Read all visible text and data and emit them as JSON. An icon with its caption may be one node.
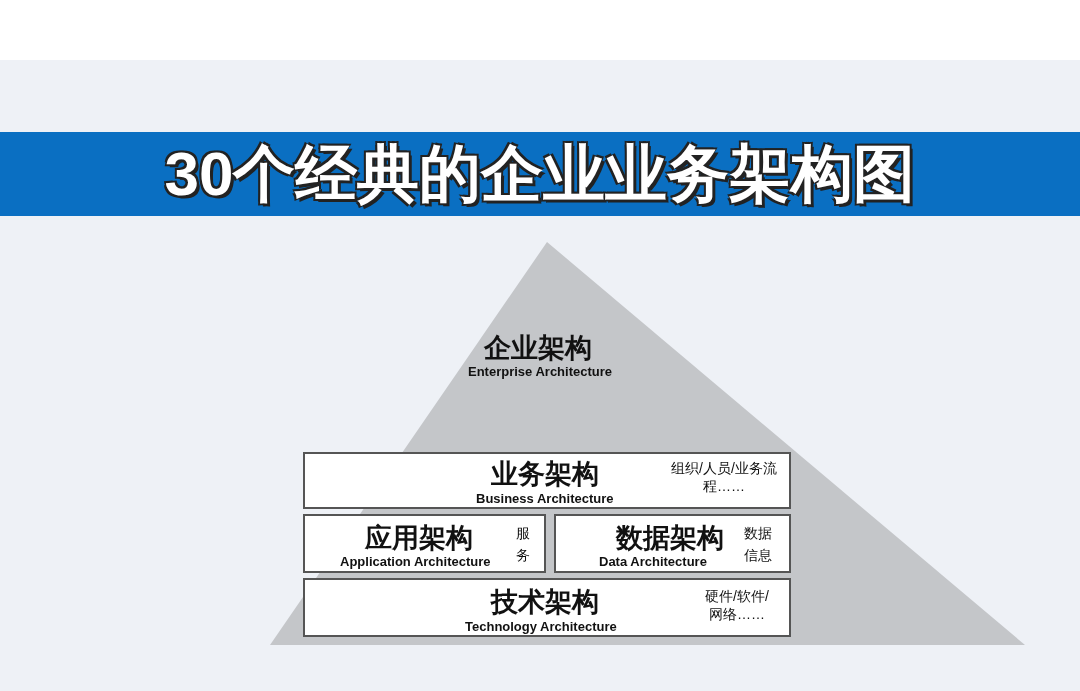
{
  "diagram": {
    "title": "30个经典的企业业务架构图",
    "nodes": [
      {
        "text": [
          "企业架构",
          "Enterprise Architecture"
        ]
      },
      {
        "text": [
          "业务架构",
          "Business Architecture",
          "组织/人员/业务流程……"
        ],
        "in": 0
      },
      {
        "text": [
          "应用架构",
          "Application Architecture",
          "服务"
        ],
        "in": 0
      },
      {
        "text": [
          "数据架构",
          "Data Architecture",
          "数据信息"
        ],
        "in": 0
      },
      {
        "text": [
          "技术架构",
          "Technology Architecture",
          "硬件/软件/网络……"
        ],
        "in": 0
      }
    ]
  }
}
